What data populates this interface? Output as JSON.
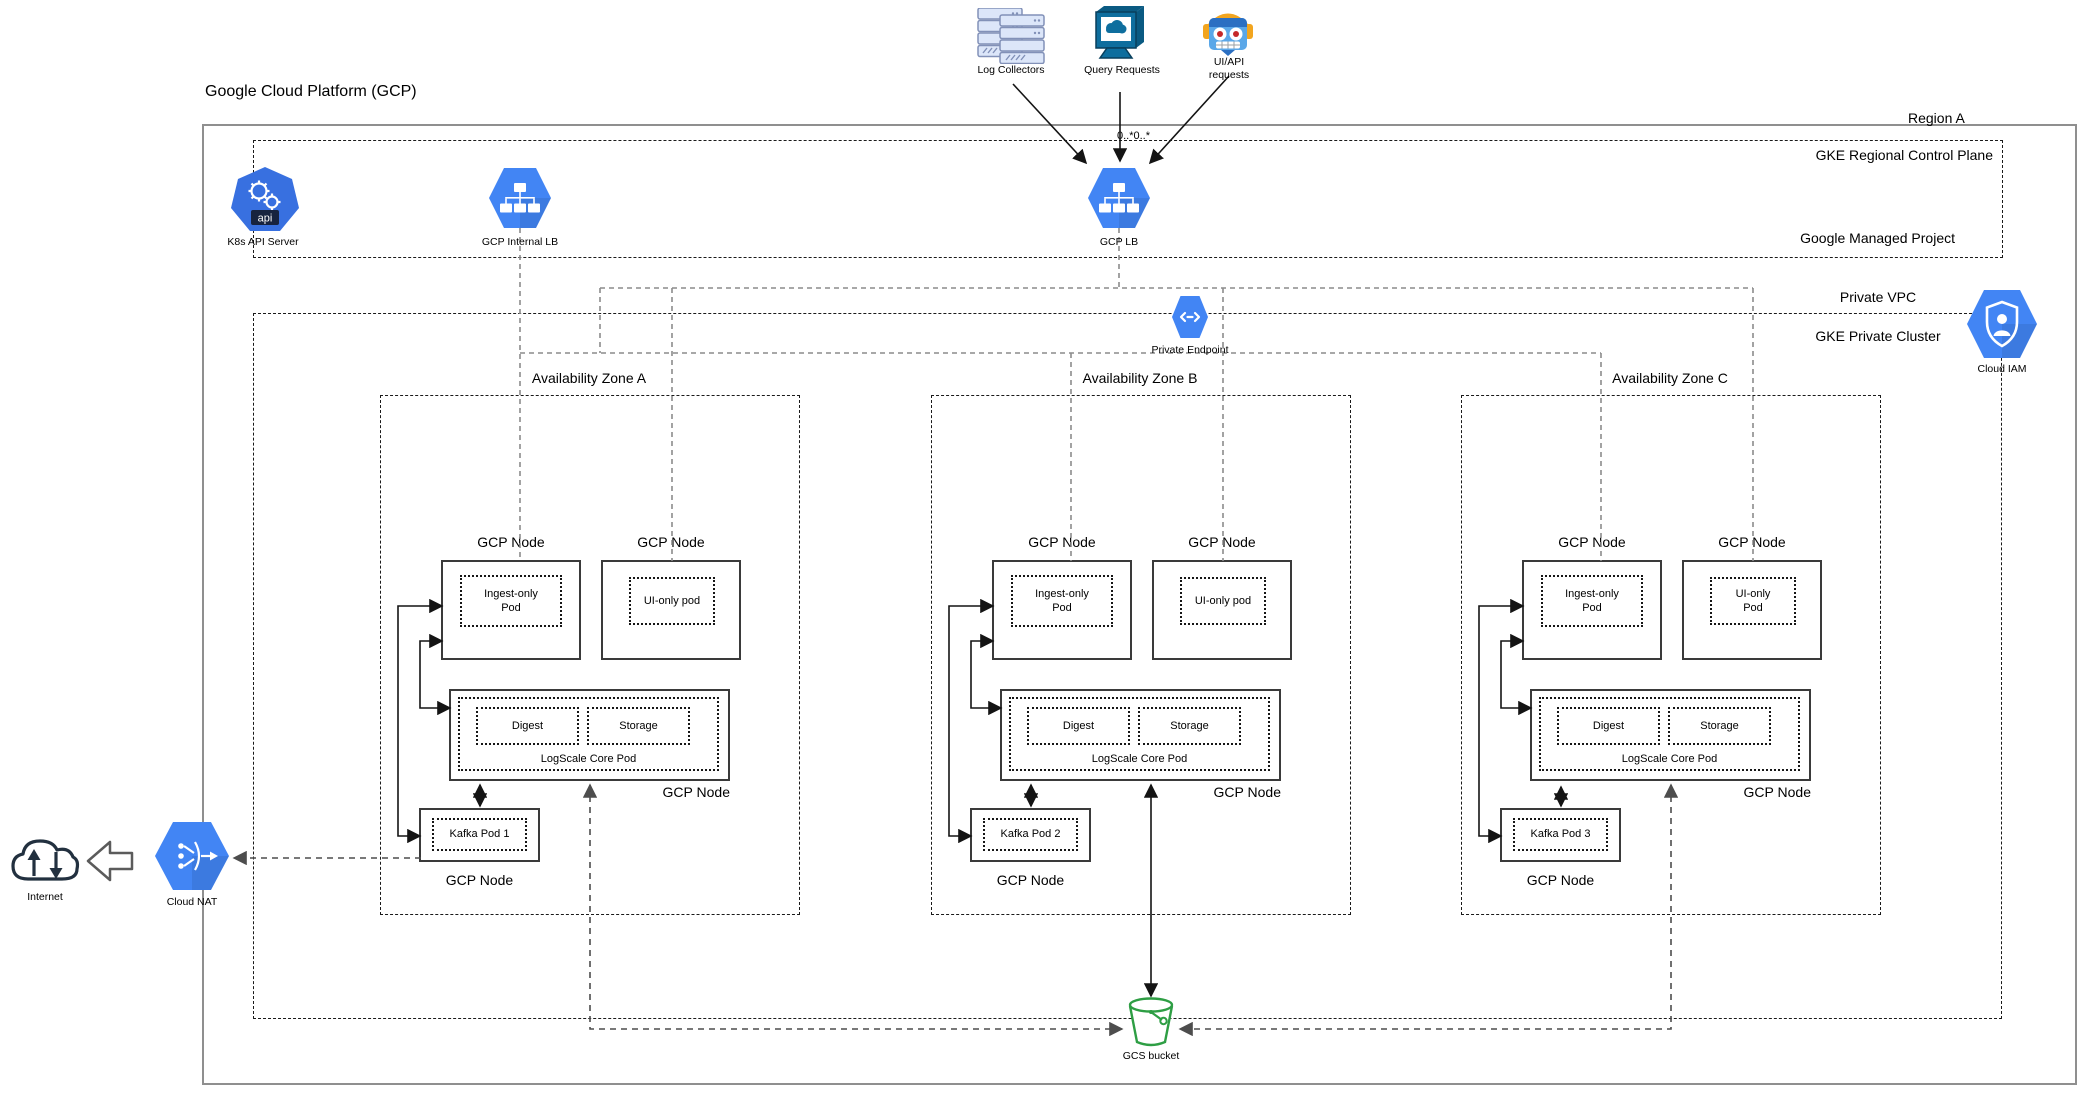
{
  "canvas": {
    "title": "Google Cloud Platform (GCP)"
  },
  "external": {
    "log_collectors_label": "Log Collectors",
    "query_requests_label": "Query Requests",
    "ui_api_label": "UI/API requests",
    "cardinality_label": "0..*0..*",
    "internet_label": "Internet"
  },
  "region": {
    "label": "Region A",
    "control_plane_label": "GKE Regional Control Plane",
    "managed_project_label": "Google Managed Project",
    "k8s_api_label": "K8s API Server",
    "k8s_api_glyph": "api",
    "internal_lb_label": "GCP Internal LB",
    "gcp_lb_label": "GCP LB"
  },
  "vpc": {
    "label": "Private VPC",
    "cluster_label": "GKE Private Cluster",
    "private_endpoint_label": "Private Endpoint",
    "cloud_iam_label": "Cloud IAM",
    "cloud_nat_label": "Cloud NAT",
    "gcs_bucket_label": "GCS bucket"
  },
  "zones": [
    {
      "label": "Availability Zone A",
      "ingest_node_label": "GCP Node",
      "ui_node_label": "GCP Node",
      "ingest_pod_label": "Ingest-only\nPod",
      "ui_pod_label": "UI-only pod",
      "digest_label": "Digest",
      "storage_label": "Storage",
      "core_pod_label": "LogScale Core Pod",
      "core_node_label": "GCP Node",
      "kafka_pod_label": "Kafka Pod 1",
      "kafka_node_label": "GCP Node"
    },
    {
      "label": "Availability Zone B",
      "ingest_node_label": "GCP Node",
      "ui_node_label": "GCP Node",
      "ingest_pod_label": "Ingest-only\nPod",
      "ui_pod_label": "UI-only pod",
      "digest_label": "Digest",
      "storage_label": "Storage",
      "core_pod_label": "LogScale Core Pod",
      "core_node_label": "GCP Node",
      "kafka_pod_label": "Kafka Pod 2",
      "kafka_node_label": "GCP Node"
    },
    {
      "label": "Availability Zone C",
      "ingest_node_label": "GCP Node",
      "ui_node_label": "GCP Node",
      "ingest_pod_label": "Ingest-only\nPod",
      "ui_pod_label": "UI-only\nPod",
      "digest_label": "Digest",
      "storage_label": "Storage",
      "core_pod_label": "LogScale Core Pod",
      "core_node_label": "GCP Node",
      "kafka_pod_label": "Kafka Pod 3",
      "kafka_node_label": "GCP Node"
    }
  ],
  "colors": {
    "gcp_blue": "#4285F4",
    "k8s_blue": "#3870E0",
    "bucket_green": "#2E9E44",
    "icon_teal": "#0E6E9E",
    "robot_orange": "#F2A51F"
  }
}
